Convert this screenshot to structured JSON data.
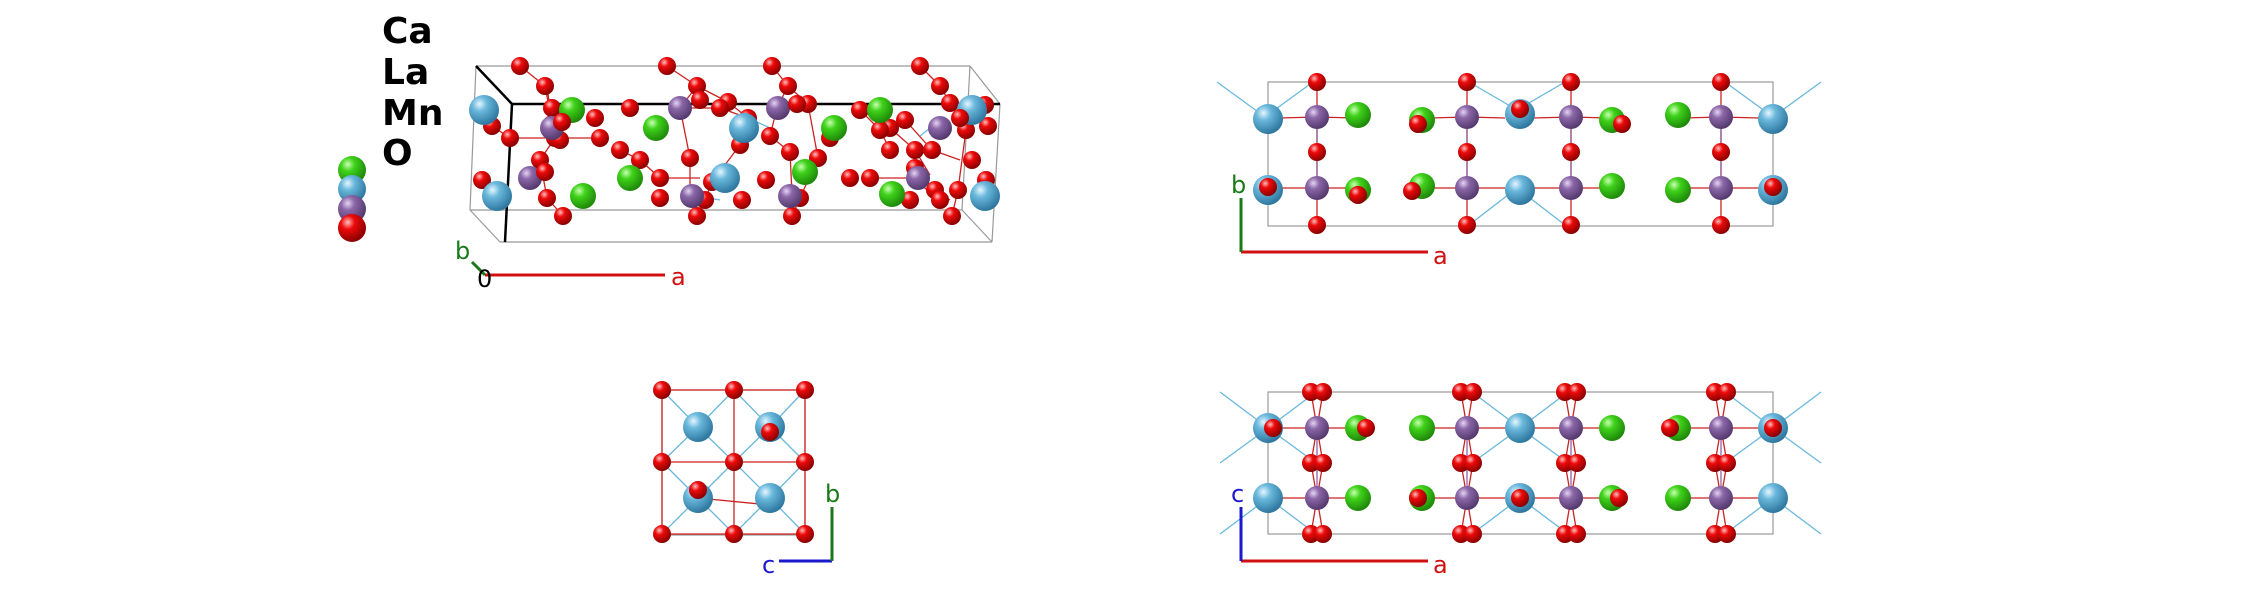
{
  "legend": {
    "items": [
      {
        "label": "Ca",
        "color": "#3fd21a"
      },
      {
        "label": "La",
        "color": "#6ab8dc"
      },
      {
        "label": "Mn",
        "color": "#8b67a8"
      },
      {
        "label": "O",
        "color": "#ee0a0a"
      }
    ]
  },
  "views": [
    {
      "name": "perspective-view",
      "axes": [
        "b",
        "0",
        "a"
      ]
    },
    {
      "name": "ab-projection-view",
      "axes": [
        "b",
        "a"
      ]
    },
    {
      "name": "cb-projection-view",
      "axes": [
        "b",
        "c"
      ]
    },
    {
      "name": "ac-projection-view",
      "axes": [
        "c",
        "a"
      ]
    }
  ],
  "colors": {
    "a_axis": "#d01010",
    "b_axis": "#1a7a1a",
    "c_axis": "#1a1acc",
    "origin": "#000000",
    "cell_line": "#999999",
    "bond_o": "#cc2222",
    "bond_la": "#6ab8dc",
    "bond_mn": "#8b67a8"
  }
}
